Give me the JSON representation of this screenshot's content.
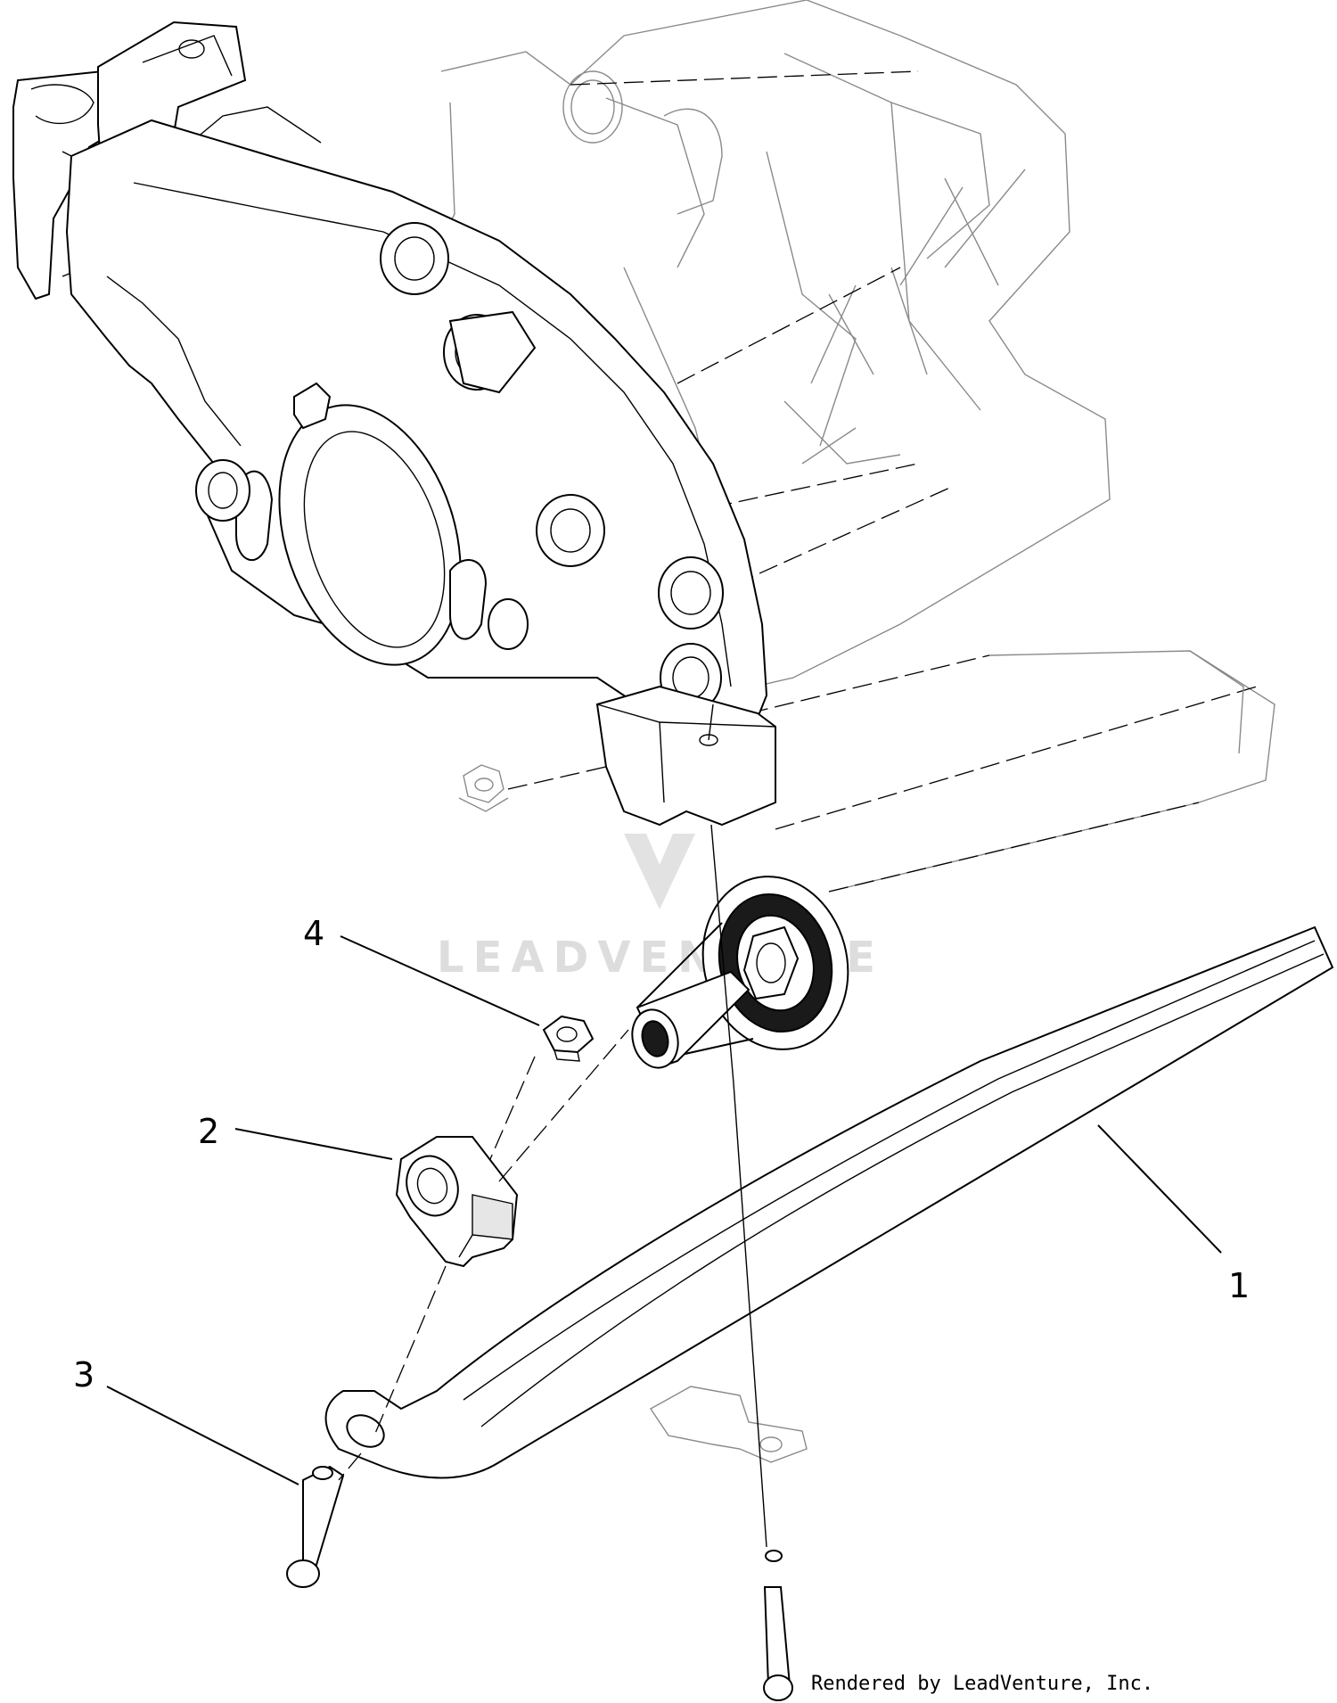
{
  "diagram": {
    "callouts": [
      {
        "id": "1",
        "label": "1"
      },
      {
        "id": "2",
        "label": "2"
      },
      {
        "id": "3",
        "label": "3"
      },
      {
        "id": "4",
        "label": "4"
      }
    ],
    "watermark": "LEADVENTURE",
    "credit": "Rendered by LeadVenture, Inc."
  }
}
